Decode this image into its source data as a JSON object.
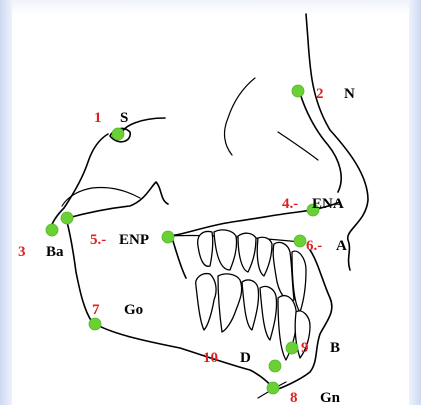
{
  "figure": {
    "colors": {
      "landmark_dot": "#6ad134",
      "landmark_number": "#e02020",
      "landmark_abbreviation": "#000000",
      "outline": "#000000"
    },
    "landmarks": [
      {
        "number": "1",
        "abbr": "S"
      },
      {
        "number": "2",
        "abbr": "N"
      },
      {
        "number": "3",
        "abbr": "Ba"
      },
      {
        "number": "4.-",
        "abbr": "ENA"
      },
      {
        "number": "5.-",
        "abbr": "ENP"
      },
      {
        "number": "6.-",
        "abbr": "A"
      },
      {
        "number": "7",
        "abbr": "Go"
      },
      {
        "number": "8",
        "abbr": "Gn"
      },
      {
        "number": "9",
        "abbr": "B"
      },
      {
        "number": "10",
        "abbr": "D"
      }
    ]
  }
}
